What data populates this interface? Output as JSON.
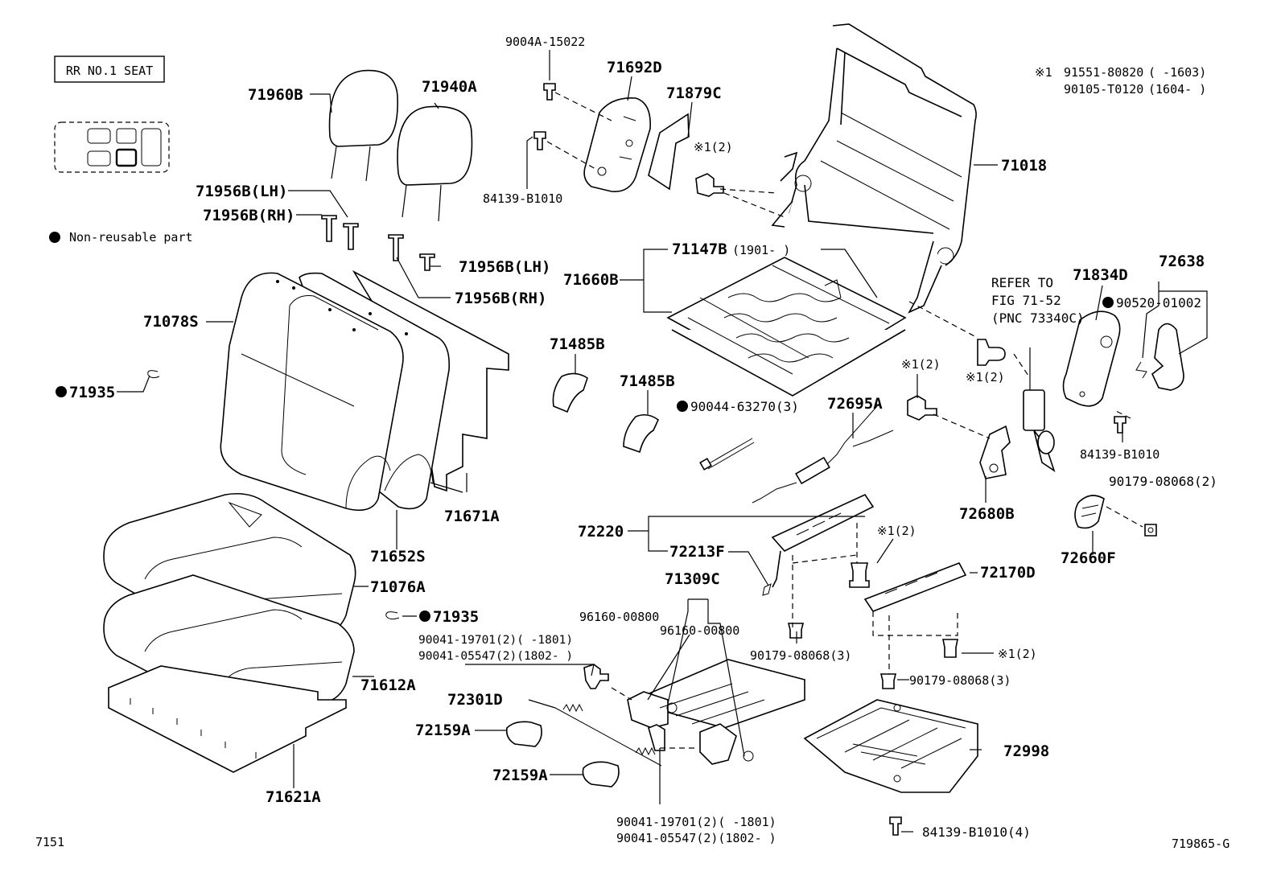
{
  "title_box": "RR NO.1 SEAT",
  "legend": {
    "non_reusable": "Non-reusable part"
  },
  "note": {
    "mark": "※1",
    "line1_part": "91551-80820",
    "line1_range": "(       -1603)",
    "line2_part": "90105-T0120",
    "line2_range": "(1604-       )"
  },
  "refer": {
    "line1": "REFER TO",
    "line2": "FIG 71-52",
    "line3": "(PNC 73340C)"
  },
  "footer": {
    "left": "7151",
    "right": "719865-G"
  },
  "labels": {
    "p71960B": "71960B",
    "p71940A": "71940A",
    "p71956B_LH_1": "71956B(LH)",
    "p71956B_RH_1": "71956B(RH)",
    "p71956B_LH_2": "71956B(LH)",
    "p71956B_RH_2": "71956B(RH)",
    "p71078S": "71078S",
    "p71935_1": "71935",
    "p71652S": "71652S",
    "p71671A": "71671A",
    "p71076A": "71076A",
    "p71935_2": "71935",
    "p71612A": "71612A",
    "p71621A": "71621A",
    "p9004A_15022": "9004A-15022",
    "p71692D": "71692D",
    "p71879C": "71879C",
    "p84139_B1010_1": "84139-B1010",
    "p71018": "71018",
    "p71147B": "71147B",
    "p71147B_range": "(1901-      )",
    "p71660B": "71660B",
    "p71485B_1": "71485B",
    "p71485B_2": "71485B",
    "p90044_63270": "90044-63270(3)",
    "p72695A": "72695A",
    "mark_1a": "※1(2)",
    "mark_1b": "※1(2)",
    "mark_1c": "※1(2)",
    "mark_1d": "※1(2)",
    "mark_1e": "※1(2)",
    "p72680B": "72680B",
    "p71834D": "71834D",
    "p72638": "72638",
    "p90520_01002": "90520-01002",
    "p84139_B1010_2": "84139-B1010",
    "p90179_08068_2": "90179-08068(2)",
    "p72660F": "72660F",
    "p72220": "72220",
    "p72213F": "72213F",
    "p72170D": "72170D",
    "p71309C": "71309C",
    "p96160_00800_1": "96160-00800",
    "p96160_00800_2": "96160-00800",
    "p90041_19701_1": "90041-19701(2)(      -1801)",
    "p90041_05547_1": "90041-05547(2)(1802-      )",
    "p90179_08068_3a": "90179-08068(3)",
    "p90179_08068_3b": "90179-08068(3)",
    "p72301D": "72301D",
    "p72159A_1": "72159A",
    "p72159A_2": "72159A",
    "p72998": "72998",
    "p90041_19701_2": "90041-19701(2)(      -1801)",
    "p90041_05547_2": "90041-05547(2)(1802-      )",
    "p84139_B1010_4": "84139-B1010(4)"
  }
}
